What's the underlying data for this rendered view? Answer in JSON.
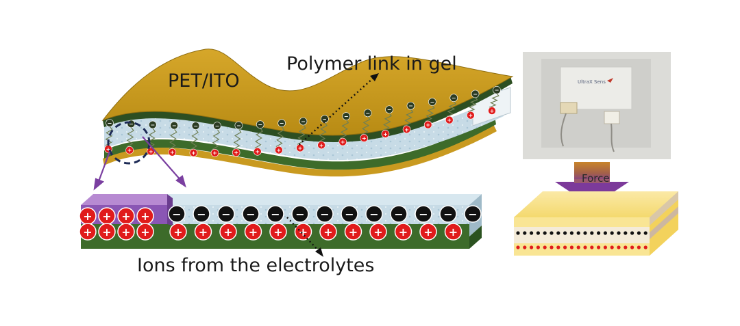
{
  "labels": {
    "pet_ito": "PET/ITO",
    "polymer_link": "Polymer link in gel",
    "ions": "Ions from the electrolytes",
    "force": "Force"
  },
  "photo": {
    "brand_text": "UltraX Sens"
  },
  "symbols": {
    "positive": "+",
    "negative": "−"
  },
  "colors": {
    "electrode_gold": "#c79a1e",
    "substrate_green": "#3d6b2a",
    "gel": "#cfe0ea",
    "positive_ion": "#e01b1b",
    "negative_ion": "#111111",
    "accent_purple": "#7a3fa0",
    "force_arrow": "#c8842a"
  }
}
